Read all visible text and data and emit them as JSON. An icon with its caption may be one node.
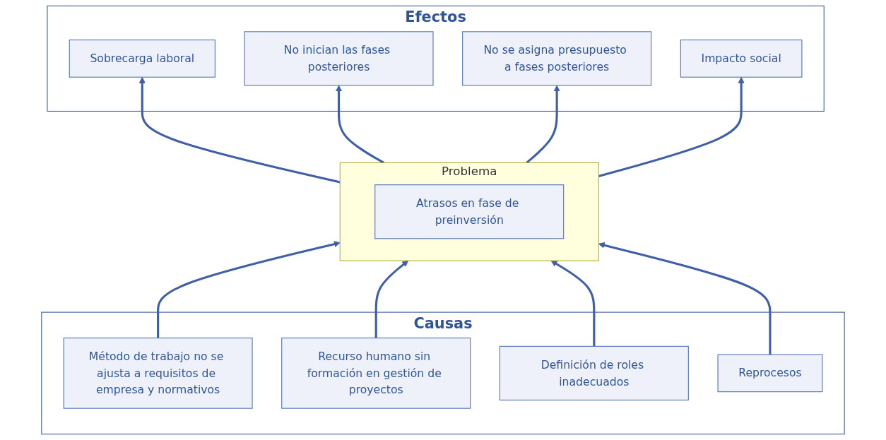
{
  "diagram": {
    "nodes": [
      {
        "text": [
          "Efectos"
        ]
      },
      {
        "text": [
          "Sobrecarga laboral"
        ],
        "in": 0
      },
      {
        "text": [
          "No inician las fases posteriores"
        ],
        "in": 0
      },
      {
        "text": [
          "No se asigna presupuesto a fases posteriores"
        ],
        "in": 0
      },
      {
        "text": [
          "Impacto social"
        ],
        "in": 0
      },
      {
        "text": [
          "Problema"
        ]
      },
      {
        "text": [
          "Atrasos en fase de preinversión"
        ],
        "in": 5
      },
      {
        "text": [
          "Causas"
        ]
      },
      {
        "text": [
          "Método de trabajo no se ajusta a requisitos de empresa y normativos"
        ],
        "in": 7
      },
      {
        "text": [
          "Recurso humano sin formación en gestión de proyectos"
        ],
        "in": 7
      },
      {
        "text": [
          "Definición de roles inadecuados"
        ],
        "in": 7
      },
      {
        "text": [
          "Reprocesos"
        ],
        "in": 7
      }
    ],
    "edges": [
      {
        "from": 5,
        "to": 1,
        "arrow": "to"
      },
      {
        "from": 5,
        "to": 2,
        "arrow": "to"
      },
      {
        "from": 5,
        "to": 3,
        "arrow": "to"
      },
      {
        "from": 5,
        "to": 4,
        "arrow": "to"
      },
      {
        "from": 8,
        "to": 5,
        "arrow": "to"
      },
      {
        "from": 9,
        "to": 5,
        "arrow": "to"
      },
      {
        "from": 10,
        "to": 5,
        "arrow": "to"
      },
      {
        "from": 11,
        "to": 5,
        "arrow": "to"
      }
    ]
  }
}
